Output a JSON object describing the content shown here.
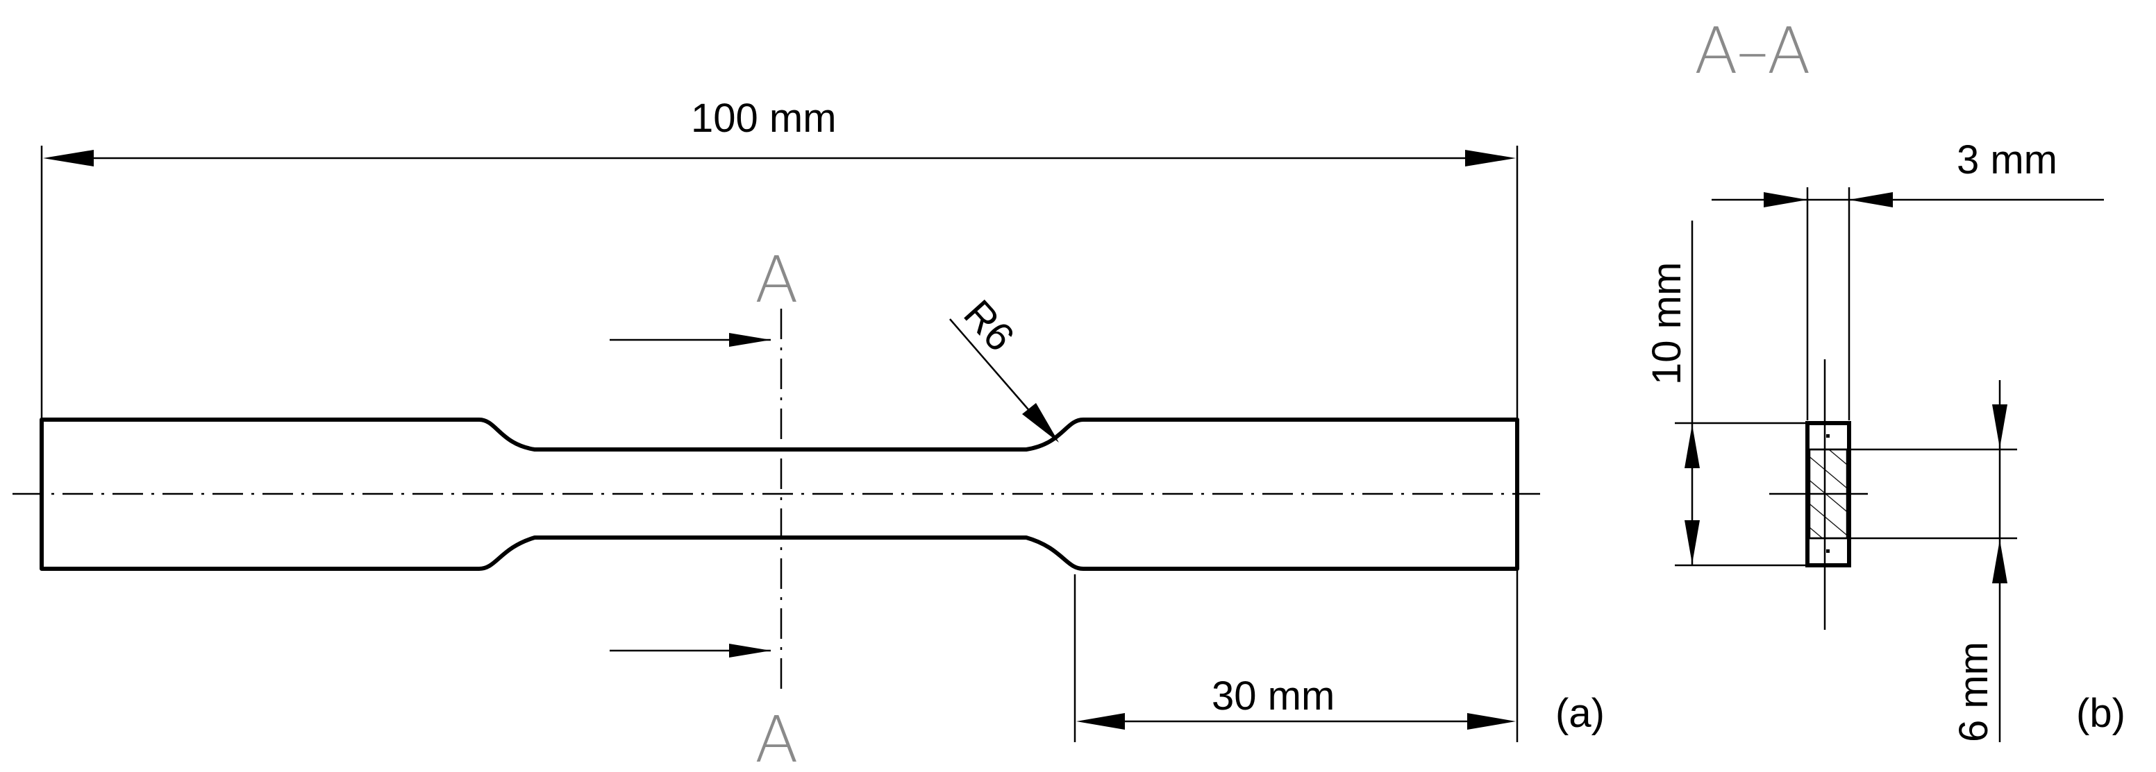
{
  "figure_a": {
    "overall_length": "100 mm",
    "grip_length": "30 mm",
    "fillet_radius": "R6",
    "section_marker_top": "A",
    "section_marker_bottom": "A",
    "panel_label": "(a)"
  },
  "figure_b": {
    "title": "A–A",
    "thickness": "3 mm",
    "grip_width": "10 mm",
    "gauge_width": "6 mm",
    "panel_label": "(b)"
  }
}
